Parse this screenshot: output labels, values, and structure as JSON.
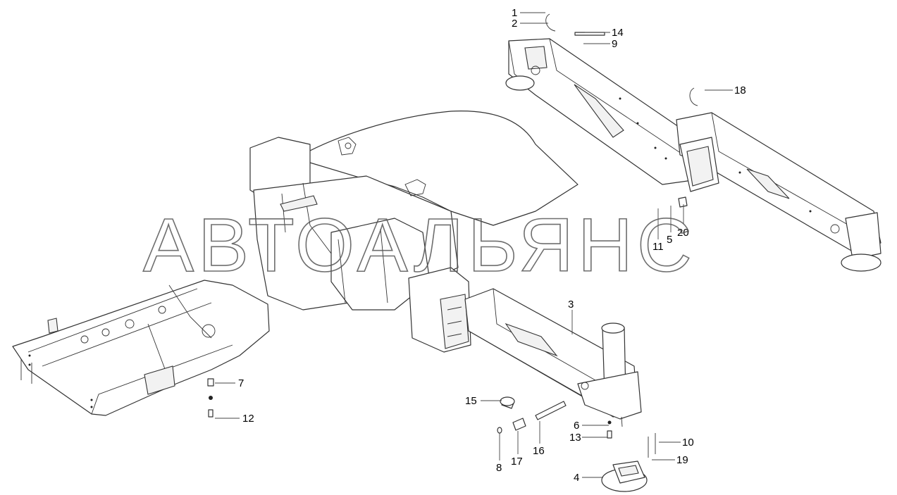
{
  "watermark": "АВТОАЛЬЯНС",
  "callouts": [
    {
      "id": "c1",
      "label": "1"
    },
    {
      "id": "c2",
      "label": "2"
    },
    {
      "id": "c14",
      "label": "14"
    },
    {
      "id": "c9",
      "label": "9"
    },
    {
      "id": "c18",
      "label": "18"
    },
    {
      "id": "c11",
      "label": "11"
    },
    {
      "id": "c5",
      "label": "5"
    },
    {
      "id": "c20",
      "label": "20"
    },
    {
      "id": "c3",
      "label": "3"
    },
    {
      "id": "c7",
      "label": "7"
    },
    {
      "id": "c12",
      "label": "12"
    },
    {
      "id": "c15",
      "label": "15"
    },
    {
      "id": "c6",
      "label": "6"
    },
    {
      "id": "c13",
      "label": "13"
    },
    {
      "id": "c10",
      "label": "10"
    },
    {
      "id": "c19",
      "label": "19"
    },
    {
      "id": "c16",
      "label": "16"
    },
    {
      "id": "c17",
      "label": "17"
    },
    {
      "id": "c8",
      "label": "8"
    },
    {
      "id": "c4",
      "label": "4"
    }
  ]
}
